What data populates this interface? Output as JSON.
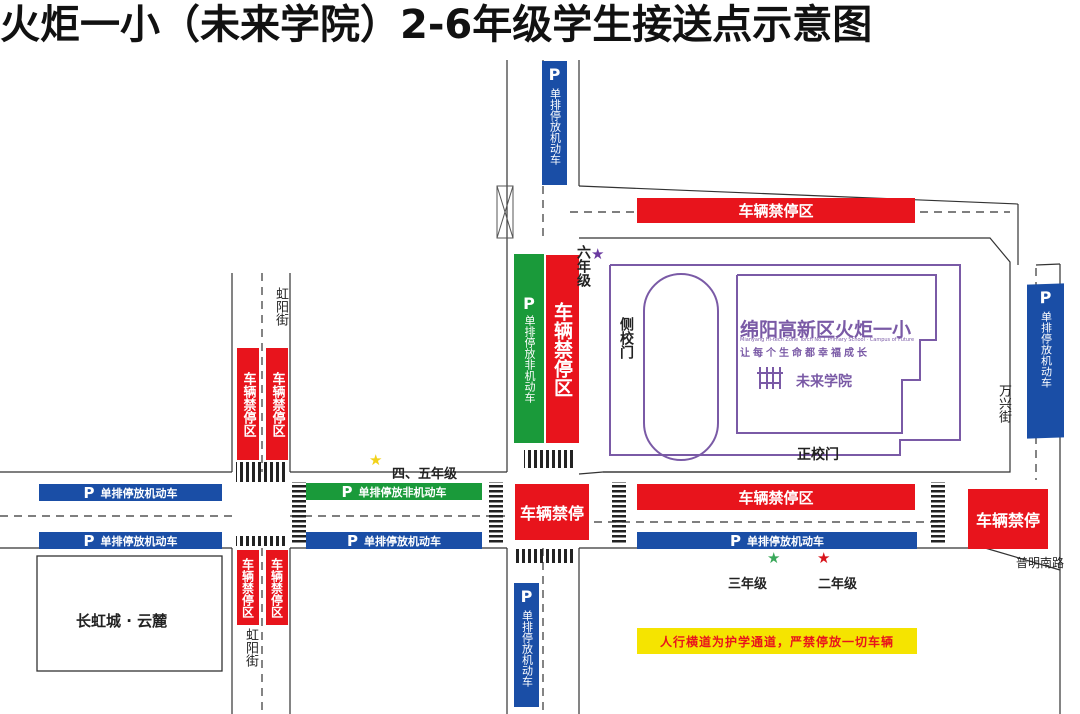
{
  "title": "火炬一小（未来学院）2-6年级学生接送点示意图",
  "labels": {
    "no_parking": "车辆禁停区",
    "no_parking_short": "车辆禁停",
    "park_motor": "单排停放机动车",
    "park_nonmotor": "单排停放非机动车",
    "p": "P",
    "hongyang_street": "虹阳街",
    "wanxing_street": "万兴街",
    "puming_south_road": "普明南路",
    "changhong_yunlu": "长虹城 · 云麓",
    "side_gate": "侧校门",
    "main_gate": "正校门",
    "grade_6": "六年级",
    "grade_4_5": "四、五年级",
    "grade_3": "三年级",
    "grade_2": "二年级",
    "notice": "人行横道为护学通道，严禁停放一切车辆"
  },
  "school": {
    "name": "绵阳高新区火炬一小",
    "english": "Mianyang Hi-tech Zone Torch No.1 Primary School · Campus of Future",
    "slogan": "让每个生命都幸福成长",
    "campus": "未来学院"
  },
  "colors": {
    "red": "#e8141c",
    "blue": "#1a4ea6",
    "green": "#1a9a3a",
    "purple": "#7a5aa6",
    "notice_bg": "#f5e400",
    "grade_6_star": "#6a3aa0",
    "grade_4_5_star": "#f2d21a",
    "grade_3_star": "#3aa85a",
    "grade_2_star": "#d8141c"
  }
}
